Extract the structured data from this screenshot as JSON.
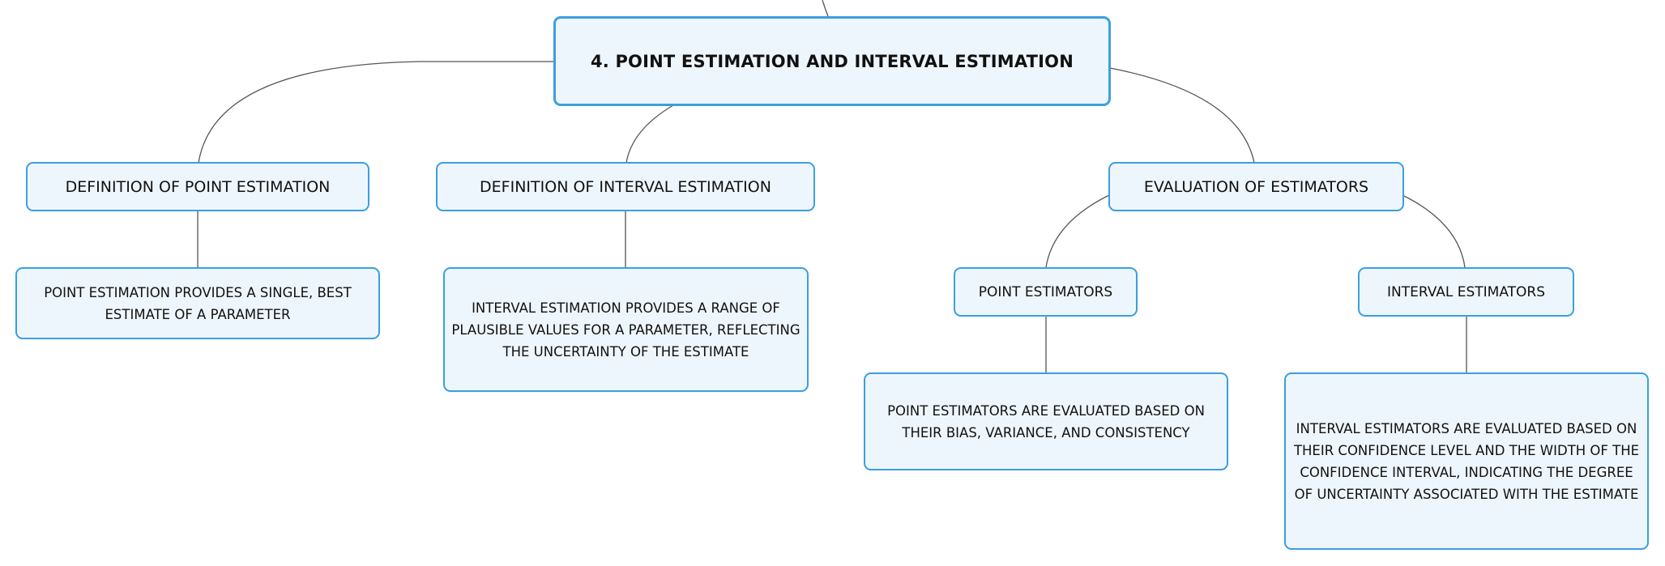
{
  "root": {
    "label": "4. POINT ESTIMATION AND INTERVAL ESTIMATION"
  },
  "topics": [
    {
      "label": "DEFINITION OF POINT ESTIMATION",
      "detail": "POINT ESTIMATION PROVIDES A SINGLE, BEST ESTIMATE OF A PARAMETER"
    },
    {
      "label": "DEFINITION OF INTERVAL ESTIMATION",
      "detail": "INTERVAL ESTIMATION PROVIDES A RANGE OF PLAUSIBLE VALUES FOR A PARAMETER, REFLECTING THE UNCERTAINTY OF THE ESTIMATE"
    },
    {
      "label": "EVALUATION OF ESTIMATORS",
      "children": [
        {
          "label": "POINT ESTIMATORS",
          "detail": "POINT ESTIMATORS ARE EVALUATED BASED ON THEIR BIAS, VARIANCE, AND CONSISTENCY"
        },
        {
          "label": "INTERVAL ESTIMATORS",
          "detail": "INTERVAL ESTIMATORS ARE EVALUATED BASED ON THEIR CONFIDENCE LEVEL AND THE WIDTH OF THE CONFIDENCE INTERVAL, INDICATING THE DEGREE OF UNCERTAINTY ASSOCIATED WITH THE ESTIMATE"
        }
      ]
    }
  ],
  "colors": {
    "border": "#3b9fe0",
    "fill": "#eef6fd",
    "line": "#555555"
  }
}
